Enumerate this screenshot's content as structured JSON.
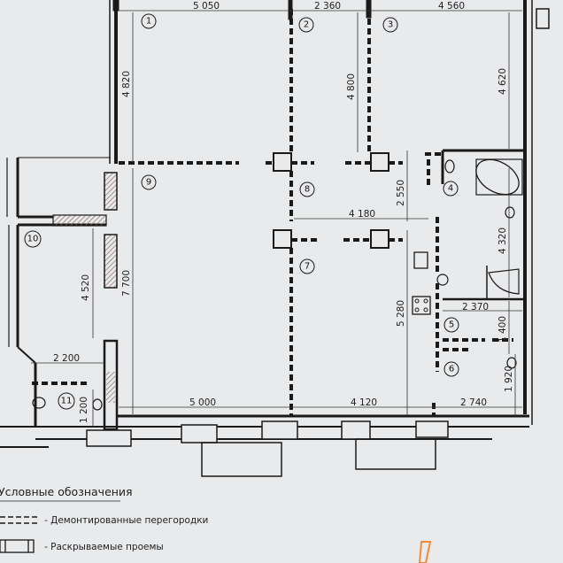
{
  "dimensions": {
    "top": [
      "5 050",
      "2 360",
      "4 560"
    ],
    "left_v1": "4 820",
    "left_v2": "7 700",
    "room10_v": "4 520",
    "room11_v": "1 200",
    "room11_h": "2 200",
    "mid_v1": "4 800",
    "mid_v2": "2 550",
    "mid_h": "4 180",
    "right_v1": "4 620",
    "right_v2": "4 320",
    "right_v3": "1 400",
    "right_v4": "1 920",
    "mid_v3": "5 280",
    "right_h": "2 370",
    "bottom": [
      "5 000",
      "4 120",
      "2 740"
    ]
  },
  "rooms": [
    "1",
    "2",
    "3",
    "4",
    "5",
    "6",
    "7",
    "8",
    "9",
    "10",
    "11"
  ],
  "legend": {
    "title": "Условные обозначения",
    "item1": "- Демонтированные перегородки",
    "item2": "- Раскрываемые проемы"
  },
  "colors": {
    "wall": "#1a1a1a",
    "paper": "#e9eaec",
    "hatch": "#8a6a5a",
    "marker": "#f08a3a"
  }
}
